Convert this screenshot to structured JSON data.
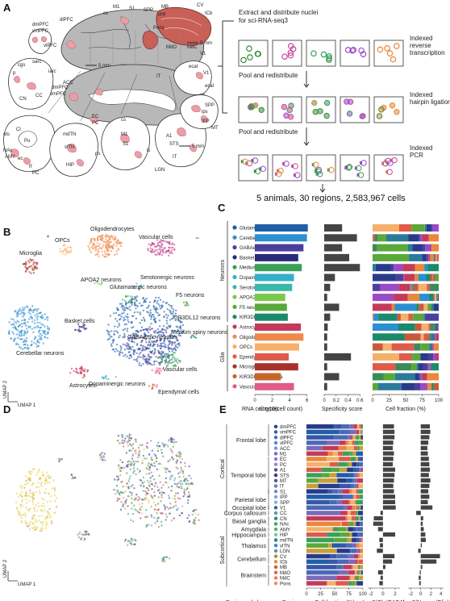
{
  "panels": {
    "A": "A",
    "B": "B",
    "C": "C",
    "D": "D",
    "E": "E"
  },
  "panelA": {
    "brain_labels": [
      "dmPFC",
      "vmPFC",
      "vlPFC",
      "dlPFC",
      "M1",
      "cs",
      "S1",
      "SPP",
      "IPP",
      "V1",
      "ecal",
      "IT",
      "ACC",
      "dmPFC",
      "vmPFC",
      "CC",
      "EC",
      "PC",
      "MB",
      "CV",
      "ICb",
      "Pons",
      "MdO",
      "MdC",
      "cgs",
      "sarc",
      "iarc",
      "p",
      "CN",
      "Cl",
      "Pu",
      "mdTN",
      "vlTN",
      "HIP",
      "NAc",
      "AMY",
      "ec",
      "rf",
      "PC",
      "V1",
      "ecal",
      "SPP",
      "ips",
      "IPP",
      "MT",
      "cs",
      "M1",
      "S1",
      "A1",
      "STS",
      "IT",
      "LGN",
      "ls",
      "ots",
      "ps"
    ],
    "scale_bars": [
      "5 mm",
      "5 mm",
      "5 mm"
    ],
    "workflow_steps": [
      "Extract and distribute nuclei for sci-RNA-seq3",
      "Indexed reverse transcription",
      "Pool and redistribute",
      "Indexed hairpin ligation",
      "Pool and redistribute",
      "Indexed PCR"
    ],
    "summary": "5 animals,  30 regions,  2,583,967 cells"
  },
  "panelB": {
    "labels": [
      "Oligodendrocytes",
      "Vascular cells",
      "OPCs",
      "Microglia",
      "Glutamatergic neurons",
      "Serotonergic neurons",
      "F5 neurons",
      "APOA2 neurons",
      "KIR3DL12 neurons",
      "Basket cells",
      "GABAergic neurons",
      "Medium spiny neurons",
      "Cerebellar neurons",
      "Astrocytes",
      "Vascular cells",
      "Dopaminergic neurons",
      "Ependymal cells"
    ],
    "axis": [
      "UMAP 2",
      "UMAP 1"
    ]
  },
  "panelD": {
    "axis": [
      "UMAP 2",
      "UMAP 1"
    ]
  },
  "chart_data": [
    {
      "type": "bar",
      "panel": "C",
      "groups": [
        "Neurons",
        "Glia"
      ],
      "categories": [
        "Glutamatergic neurons",
        "Cerebellar neurons",
        "GABAergic neurons",
        "Basket cells",
        "Medium spiny neurons",
        "Dopaminergic neurons",
        "Serotonergic neurons",
        "APOA2 neurons",
        "F5 neurons",
        "KIR3DL12 neurons",
        "Astrocytes",
        "Oligodendrocytes",
        "OPCs",
        "Ependymal cells",
        "Microglia",
        "KIR3DL12 microglia",
        "Vascular cells"
      ],
      "colors": [
        "#1f5fa8",
        "#2b8fd0",
        "#4b3f9e",
        "#2a2a7a",
        "#3aa05a",
        "#32b0c8",
        "#3ab8a8",
        "#7ac84a",
        "#5aa83a",
        "#1a8a6a",
        "#c43a5a",
        "#f0884a",
        "#f5b06a",
        "#e05a4a",
        "#a8322a",
        "#c8662a",
        "#e05a8a"
      ],
      "cell_count_log10": [
        6.1,
        6.0,
        5.6,
        5.0,
        5.4,
        4.5,
        4.3,
        3.5,
        3.7,
        3.8,
        5.3,
        5.6,
        5.1,
        3.9,
        5.0,
        3.0,
        4.5
      ],
      "cell_count_axis": {
        "label": "Log10(cell count)",
        "ticks": [
          "0",
          "2",
          "4",
          "6"
        ],
        "range": [
          0,
          6.5
        ]
      },
      "specificity": [
        0.3,
        0.55,
        0.3,
        0.42,
        0.6,
        0.18,
        0.1,
        0.05,
        0.25,
        0.1,
        0.06,
        0.05,
        0.05,
        0.45,
        0.05,
        0.25,
        0.05
      ],
      "specificity_axis": {
        "label": "Specificity score",
        "ticks": [
          "0",
          "0.2",
          "0.4",
          "0.6"
        ],
        "range": [
          0,
          0.65
        ]
      },
      "fraction_axis": {
        "label": "Cell fraction (%)",
        "ticks": [
          "0",
          "25",
          "50",
          "75",
          "100"
        ]
      },
      "xlabel_left": "RNA cell types"
    },
    {
      "type": "bar",
      "panel": "E",
      "regions": [
        "dmPFC",
        "vmPFC",
        "dlPFC",
        "vlPFC",
        "ACC",
        "M1",
        "EC",
        "PC",
        "A1",
        "STS",
        "MT",
        "IT",
        "S1",
        "IPP",
        "SPP",
        "V1",
        "CC",
        "CN",
        "NAc",
        "AMY",
        "HIP",
        "mdTN",
        "vlTN",
        "LGN",
        "CV",
        "ICb",
        "MB",
        "MdO",
        "MdC",
        "Pons"
      ],
      "region_colors": [
        "#2a3a8a",
        "#3a56a8",
        "#4a6ab8",
        "#5a86c8",
        "#6a9ad8",
        "#7a6ab8",
        "#8a7ac8",
        "#9a8ad0",
        "#5a4a98",
        "#3a3a7a",
        "#4a5a9a",
        "#6a7ab8",
        "#7a8ac8",
        "#8a9ad8",
        "#9aaae0",
        "#2a6a8a",
        "#5a9aa8",
        "#3a8a5a",
        "#4a9a6a",
        "#5aaa7a",
        "#7ac88a",
        "#2a7a9a",
        "#3a8aaa",
        "#4a9aba",
        "#b88a2a",
        "#c89a3a",
        "#c85a3a",
        "#d86a4a",
        "#e87a5a",
        "#e88a6a"
      ],
      "subclasses": [
        "Frontal lobe",
        "Temporal lobe",
        "Parietal lobe",
        "Occipital lobe",
        "Corpus callosum",
        "Basal ganglia",
        "Amygdala",
        "Hippocampus",
        "Thalamus",
        "Cerebellum",
        "Brainstem"
      ],
      "super_groups": [
        "Cortical",
        "Subcortical"
      ],
      "log2_glu_gaba": [
        1.8,
        1.9,
        1.9,
        1.7,
        1.6,
        1.8,
        1.7,
        1.6,
        2.0,
        1.9,
        1.8,
        1.7,
        1.8,
        2.0,
        2.0,
        2.1,
        -0.4,
        -1.5,
        -1.6,
        -0.8,
        2.0,
        -0.6,
        -0.5,
        -1.0,
        1.9,
        1.5,
        0.4,
        -0.8,
        -0.4,
        -0.6
      ],
      "glu_gaba_axis": {
        "label": "Log2(Glu/GABA)",
        "ticks": [
          "-2",
          "0",
          "2"
        ],
        "range": [
          -2.5,
          2.8
        ]
      },
      "log2_neuron_glia": [
        1.8,
        1.9,
        1.7,
        1.5,
        1.3,
        1.4,
        1.6,
        1.7,
        1.8,
        1.6,
        1.9,
        1.7,
        1.5,
        1.7,
        1.4,
        2.3,
        -0.9,
        0.5,
        0.4,
        0.6,
        0.9,
        1.0,
        0.2,
        -0.5,
        3.8,
        3.1,
        0.3,
        -0.2,
        -0.4,
        -0.3
      ],
      "neuron_glia_axis": {
        "label": "Log2(Neuron/Glia)",
        "ticks": [
          "-2",
          "0",
          "2",
          "4"
        ],
        "range": [
          -2.5,
          4.5
        ]
      },
      "fraction_axis": {
        "label": "Cell fraction (%)",
        "ticks": [
          "0",
          "25",
          "50",
          "75",
          "100"
        ]
      },
      "xlabels": [
        "Region subclasses",
        "Regions"
      ]
    }
  ]
}
